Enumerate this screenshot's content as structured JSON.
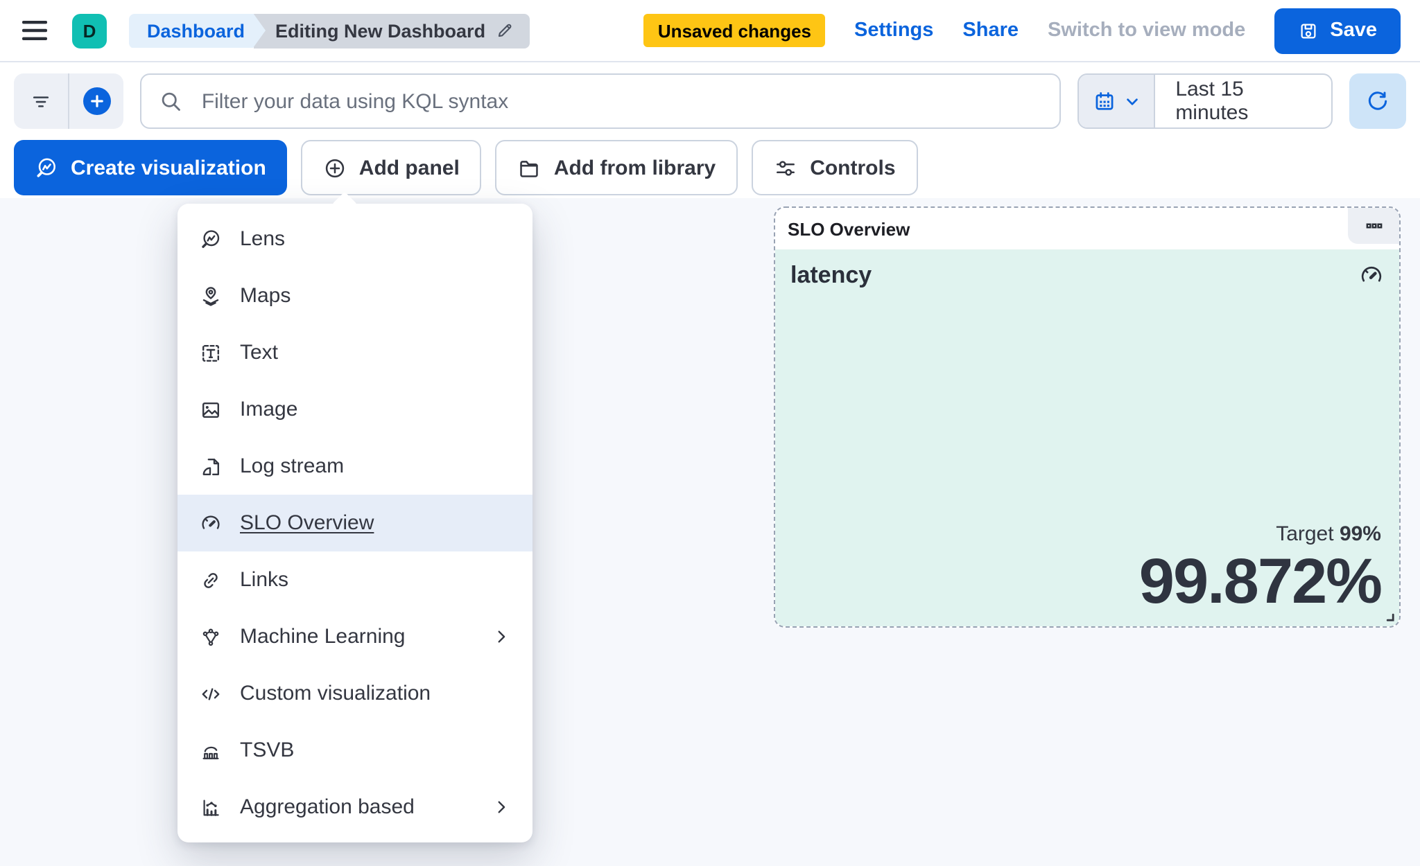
{
  "colors": {
    "primary_blue": "#0B64DD",
    "warning_yellow": "#FEC514",
    "avatar_teal": "#10BFB3",
    "panel_teal_bg": "#E0F3EF",
    "menu_highlight_bg": "#E6EDF8",
    "page_bg": "#F6F8FC",
    "text_dark": "#343741",
    "dashed_border": "#98A2B3"
  },
  "header": {
    "avatar_initial": "D",
    "breadcrumbs": [
      {
        "label": "Dashboard"
      },
      {
        "label": "Editing New Dashboard",
        "icon": "pencil-icon"
      }
    ],
    "unsaved_badge": "Unsaved changes",
    "settings_label": "Settings",
    "share_label": "Share",
    "switch_view_label": "Switch to view mode",
    "save_label": "Save",
    "save_icon": "save-icon",
    "menu_icon": "hamburger-icon"
  },
  "filter_bar": {
    "filter_icon": "filter-icon",
    "add_filter_icon": "plus-circle-filled-icon",
    "search_icon": "search-icon",
    "search_placeholder": "Filter your data using KQL syntax",
    "search_value": "",
    "datepicker_icons": [
      "calendar-icon",
      "chevron-down-icon"
    ],
    "time_range": "Last 15 minutes",
    "refresh_icon": "refresh-icon"
  },
  "toolbar": {
    "create_visualization_label": "Create visualization",
    "create_visualization_icon": "lens-icon",
    "add_panel_label": "Add panel",
    "add_panel_icon": "plus-circle-icon",
    "add_from_library_label": "Add from library",
    "add_from_library_icon": "folder-icon",
    "controls_label": "Controls",
    "controls_icon": "sliders-icon"
  },
  "add_panel_menu": {
    "items": [
      {
        "label": "Lens",
        "icon": "lens-icon"
      },
      {
        "label": "Maps",
        "icon": "maps-icon"
      },
      {
        "label": "Text",
        "icon": "text-icon"
      },
      {
        "label": "Image",
        "icon": "image-icon"
      },
      {
        "label": "Log stream",
        "icon": "log-stream-icon"
      },
      {
        "label": "SLO Overview",
        "icon": "gauge-icon",
        "highlighted": true
      },
      {
        "label": "Links",
        "icon": "link-icon"
      },
      {
        "label": "Machine Learning",
        "icon": "machine-learning-icon",
        "has_submenu": true
      },
      {
        "label": "Custom visualization",
        "icon": "code-icon"
      },
      {
        "label": "TSVB",
        "icon": "tsvb-icon"
      },
      {
        "label": "Aggregation based",
        "icon": "aggregation-icon",
        "has_submenu": true
      }
    ]
  },
  "slo_panel": {
    "header_title": "SLO Overview",
    "options_icon": "boxes-horizontal-icon",
    "metric_title": "latency",
    "gauge_icon": "gauge-icon",
    "target_label": "Target",
    "target_value": "99%",
    "value": "99.872%",
    "resize_icon": "resize-handle-icon"
  }
}
